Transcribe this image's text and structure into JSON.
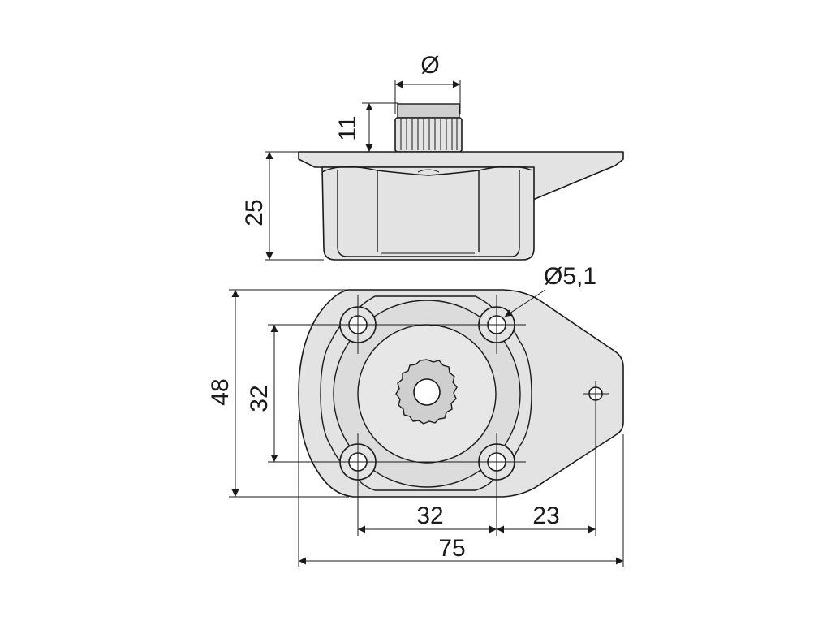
{
  "labels": {
    "top_diameter": "Ø",
    "spline_height": "11",
    "body_height": "25",
    "hole_diameter": "Ø5,1",
    "overall_height": "48",
    "hole_spacing_vertical": "32",
    "hole_spacing_horizontal": "32",
    "offset_to_side_hole": "23",
    "overall_width": "75"
  }
}
